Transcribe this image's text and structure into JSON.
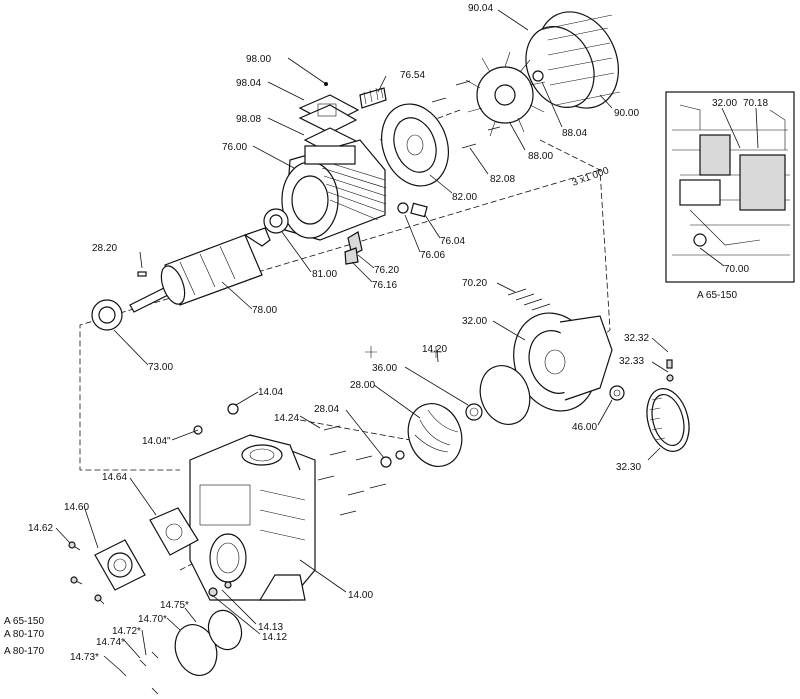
{
  "labels": {
    "l9004": "90.04",
    "l9000": "90.00",
    "l8804": "88.04",
    "l8800": "88.00",
    "l9800": "98.00",
    "l9804": "98.04",
    "l9808": "98.08",
    "l7654": "76.54",
    "l7600": "76.00",
    "l8208": "82.08",
    "l8200": "82.00",
    "l7604": "76.04",
    "l7606": "76.06",
    "l7620": "76.20",
    "l7616": "76.16",
    "l8100": "81.00",
    "l2820": "28.20",
    "l7800": "78.00",
    "l7300": "73.00",
    "l7020": "70.20",
    "l3200": "32.00",
    "l3232": "32.32",
    "l3233": "32.33",
    "l1420": "14.20",
    "l3600": "36.00",
    "l2800": "28.00",
    "l4600": "46.00",
    "l3230": "32.30",
    "l1404": "14.04",
    "l1404s": "14.04\"",
    "l1424": "14.24",
    "l2804": "28.04",
    "l1464": "14.64",
    "l1460": "14.60",
    "l1462": "14.62",
    "l1400": "14.00",
    "l1475": "14.75*",
    "l1470": "14.70*",
    "l1472": "14.72*",
    "l1474": "14.74*",
    "l1473": "14.73*",
    "l1413": "14.13",
    "l1412": "14.12",
    "inset_3200": "32.00",
    "inset_7018": "70.18",
    "inset_7000": "70.00",
    "inset_caption": "A 65-150",
    "legend1": "A 65-150",
    "legend2": "A 80-170",
    "legend3": "A 80-170",
    "dim": "3 x1 000"
  }
}
